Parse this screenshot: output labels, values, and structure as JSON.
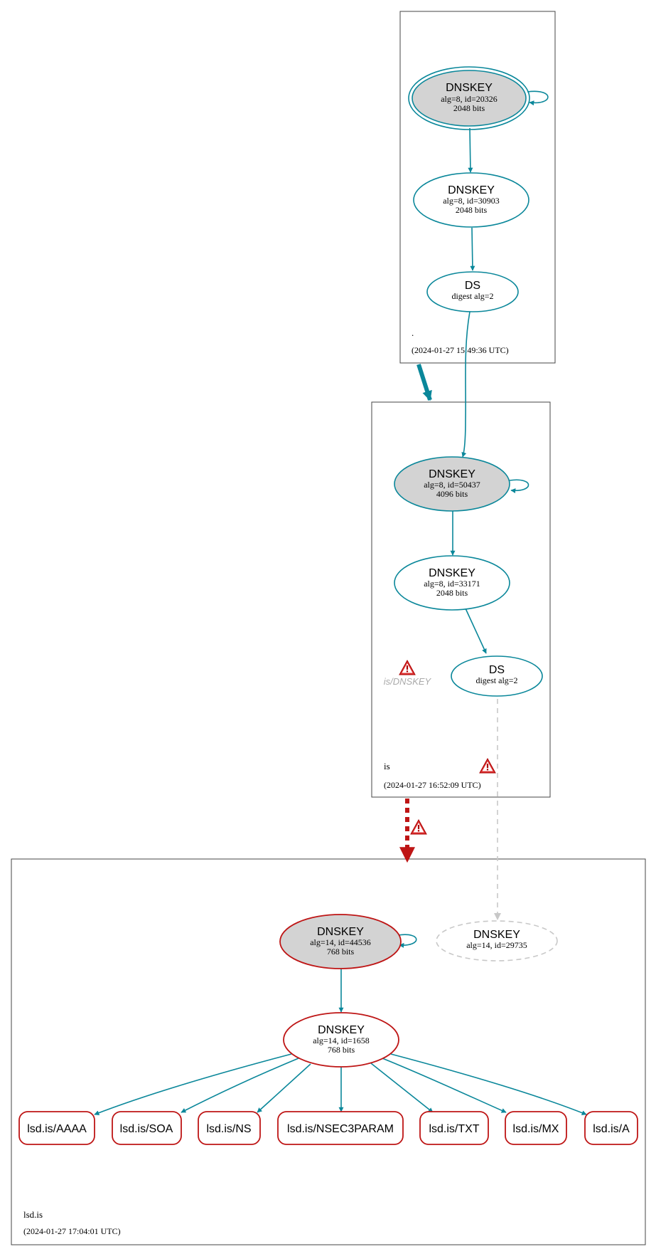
{
  "colors": {
    "teal": "#0a879a",
    "red": "#be1515",
    "node_fill_gray": "#d3d3d3",
    "dashed_gray": "#c8c8c8",
    "cluster_border": "#444444",
    "italic_gray": "#aaaaaa"
  },
  "zones": {
    "root": {
      "name": ".",
      "timestamp": "(2024-01-27 15:49:36 UTC)"
    },
    "is": {
      "name": "is",
      "timestamp": "(2024-01-27 16:52:09 UTC)"
    },
    "lsd": {
      "name": "lsd.is",
      "timestamp": "(2024-01-27 17:04:01 UTC)"
    }
  },
  "nodes": {
    "root_ksk": {
      "title": "DNSKEY",
      "line1": "alg=8, id=20326",
      "line2": "2048 bits"
    },
    "root_zsk": {
      "title": "DNSKEY",
      "line1": "alg=8, id=30903",
      "line2": "2048 bits"
    },
    "root_ds": {
      "title": "DS",
      "line1": "digest alg=2"
    },
    "is_ksk": {
      "title": "DNSKEY",
      "line1": "alg=8, id=50437",
      "line2": "4096 bits"
    },
    "is_zsk": {
      "title": "DNSKEY",
      "line1": "alg=8, id=33171",
      "line2": "2048 bits"
    },
    "is_ds": {
      "title": "DS",
      "line1": "digest alg=2"
    },
    "is_dnskey_warn": {
      "label": "is/DNSKEY",
      "icon": "warning-icon"
    },
    "lsd_ksk": {
      "title": "DNSKEY",
      "line1": "alg=14, id=44536",
      "line2": "768 bits"
    },
    "lsd_missing": {
      "title": "DNSKEY",
      "line1": "alg=14, id=29735"
    },
    "lsd_zsk": {
      "title": "DNSKEY",
      "line1": "alg=14, id=1658",
      "line2": "768 bits"
    }
  },
  "rrsets": [
    {
      "id": "aaaa",
      "label": "lsd.is/AAAA"
    },
    {
      "id": "soa",
      "label": "lsd.is/SOA"
    },
    {
      "id": "ns",
      "label": "lsd.is/NS"
    },
    {
      "id": "nsec3param",
      "label": "lsd.is/NSEC3PARAM"
    },
    {
      "id": "txt",
      "label": "lsd.is/TXT"
    },
    {
      "id": "mx",
      "label": "lsd.is/MX"
    },
    {
      "id": "a",
      "label": "lsd.is/A"
    }
  ],
  "warnings": [
    {
      "id": "is-zone-warning",
      "icon": "warning-icon"
    },
    {
      "id": "delegation-warning",
      "icon": "warning-icon"
    }
  ]
}
